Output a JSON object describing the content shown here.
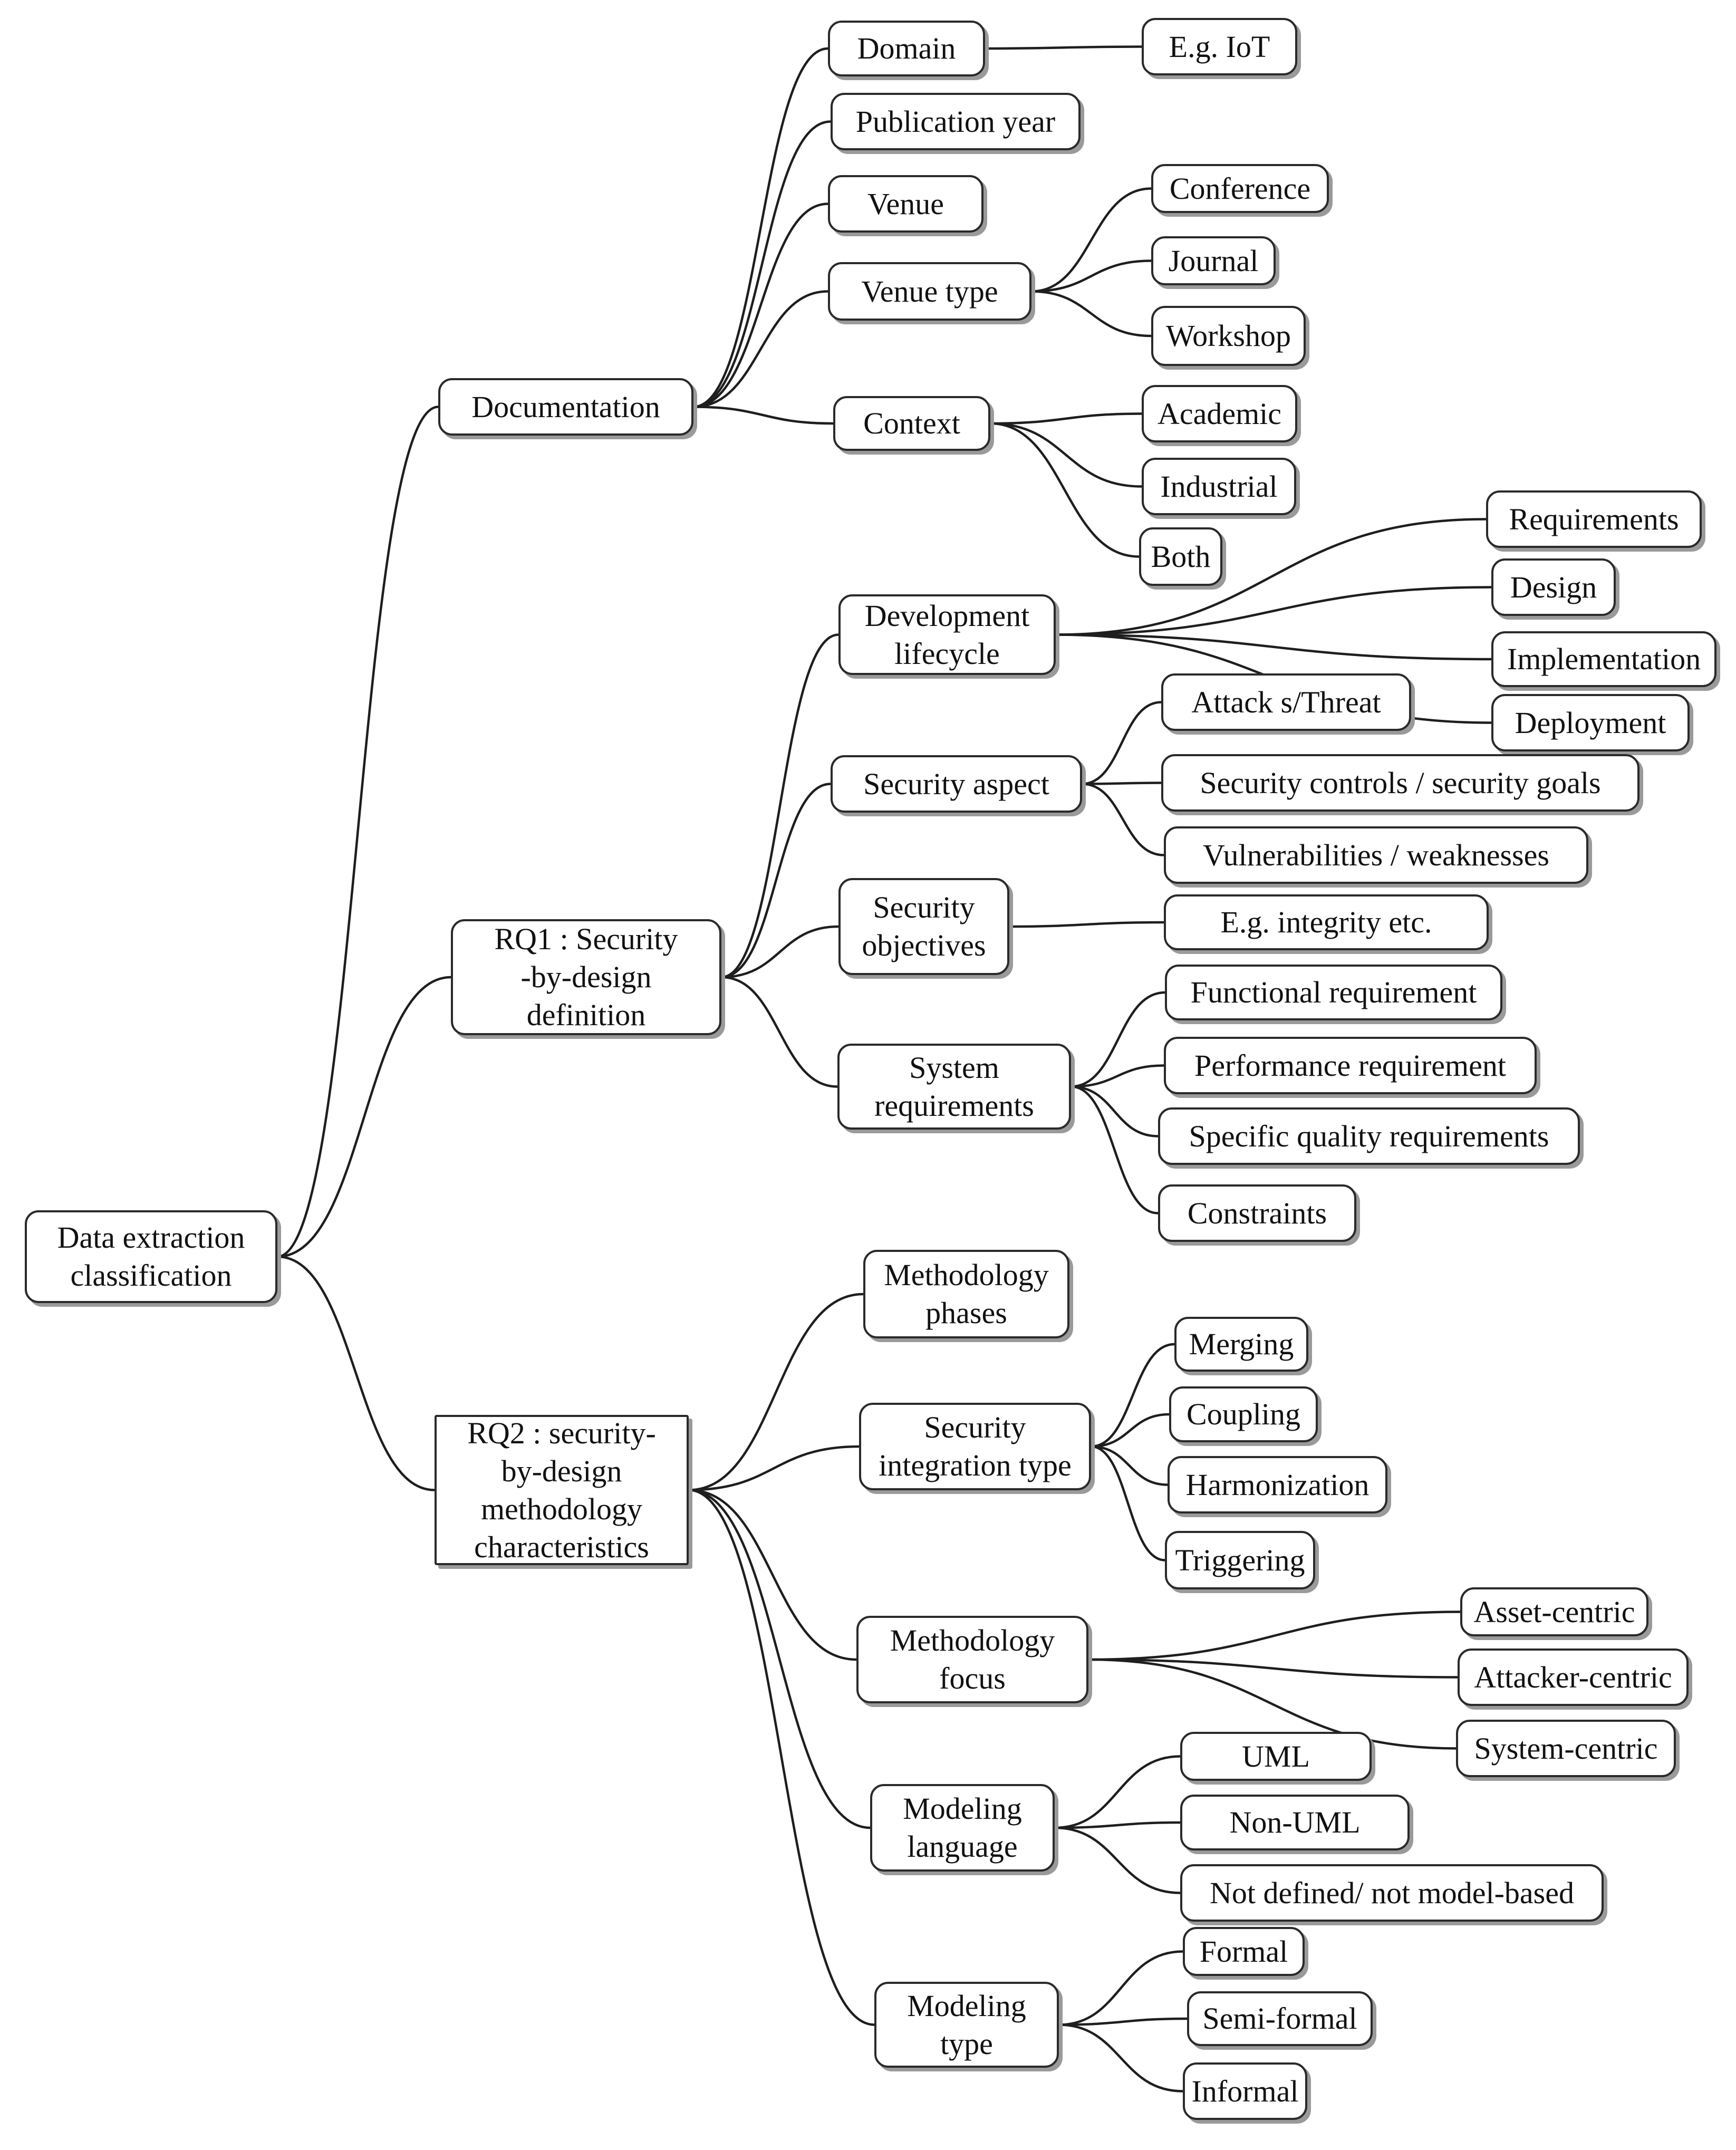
{
  "root": {
    "label": "Data extraction\nclassification",
    "children": [
      {
        "label": "Documentation",
        "children": [
          {
            "label": "Domain",
            "children": [
              {
                "label": "E.g. IoT"
              }
            ]
          },
          {
            "label": "Publication year"
          },
          {
            "label": "Venue"
          },
          {
            "label": "Venue type",
            "children": [
              {
                "label": "Conference"
              },
              {
                "label": "Journal"
              },
              {
                "label": "Workshop"
              }
            ]
          },
          {
            "label": "Context",
            "children": [
              {
                "label": "Academic"
              },
              {
                "label": "Industrial"
              },
              {
                "label": "Both"
              }
            ]
          }
        ]
      },
      {
        "label": "RQ1 : Security\n-by-design\ndefinition",
        "children": [
          {
            "label": "Development\nlifecycle",
            "children": [
              {
                "label": "Requirements"
              },
              {
                "label": "Design"
              },
              {
                "label": "Implementation"
              },
              {
                "label": "Deployment"
              }
            ]
          },
          {
            "label": "Security aspect",
            "children": [
              {
                "label": "Attack s/Threat"
              },
              {
                "label": "Security controls / security goals"
              },
              {
                "label": "Vulnerabilities / weaknesses"
              }
            ]
          },
          {
            "label": "Security\nobjectives",
            "children": [
              {
                "label": "E.g. integrity etc."
              }
            ]
          },
          {
            "label": "System\nrequirements",
            "children": [
              {
                "label": "Functional requirement"
              },
              {
                "label": "Performance requirement"
              },
              {
                "label": "Specific quality requirements"
              },
              {
                "label": "Constraints"
              }
            ]
          }
        ]
      },
      {
        "label": "RQ2 : security-\nby-design\nmethodology\ncharacteristics",
        "children": [
          {
            "label": "Methodology\nphases"
          },
          {
            "label": "Security\nintegration type",
            "children": [
              {
                "label": "Merging"
              },
              {
                "label": "Coupling"
              },
              {
                "label": "Harmonization"
              },
              {
                "label": "Triggering"
              }
            ]
          },
          {
            "label": "Methodology\nfocus",
            "children": [
              {
                "label": "Asset-centric"
              },
              {
                "label": "Attacker-centric"
              },
              {
                "label": "System-centric"
              }
            ]
          },
          {
            "label": "Modeling\nlanguage",
            "children": [
              {
                "label": "UML"
              },
              {
                "label": "Non-UML"
              },
              {
                "label": "Not defined/ not model-based"
              }
            ]
          },
          {
            "label": "Modeling\ntype",
            "children": [
              {
                "label": "Formal"
              },
              {
                "label": "Semi-formal"
              },
              {
                "label": "Informal"
              }
            ]
          }
        ]
      }
    ]
  }
}
